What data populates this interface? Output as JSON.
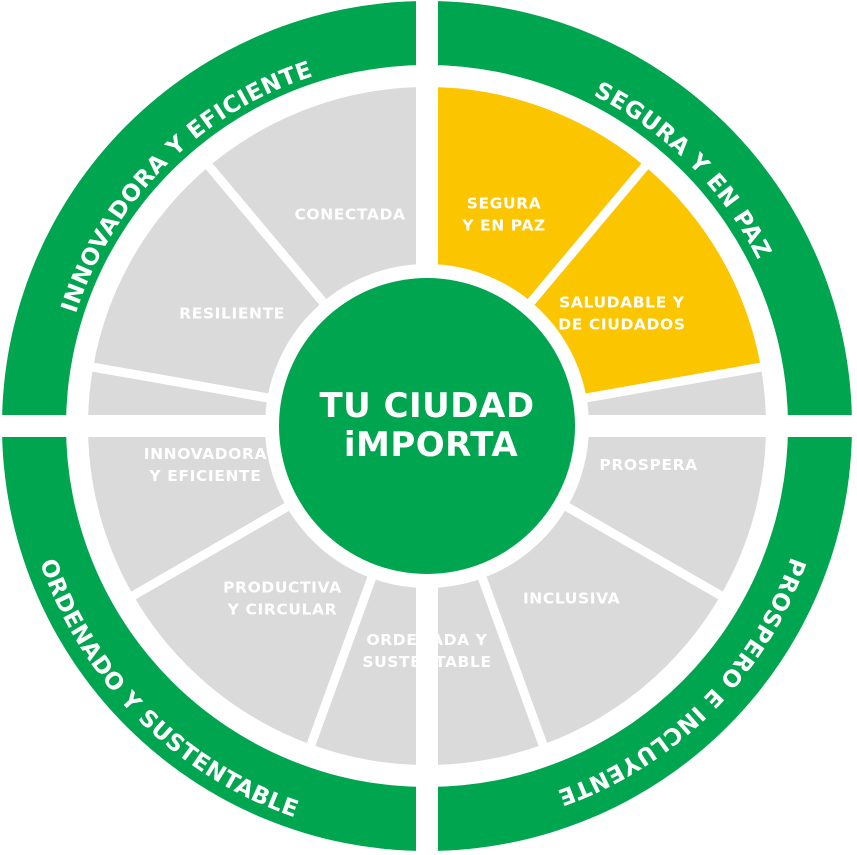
{
  "colors": {
    "ring": "#00A54F",
    "segment_default": "#DADADA",
    "segment_highlight": "#FBC500",
    "label_default": "#FFFFFF",
    "label_highlight": "#FFFFFF",
    "center": "#00A54F",
    "background": "#FFFFFF"
  },
  "center": {
    "line1": "TU CIUDAD",
    "line2": "iMPORTA"
  },
  "ring_sections": [
    {
      "id": "top-right",
      "label": "SEGURA Y EN PAZ"
    },
    {
      "id": "bottom-right",
      "label": "PROSPERO E INCLUYENTE"
    },
    {
      "id": "bottom-left",
      "label": "ORDENADO Y SUSTENTABLE"
    },
    {
      "id": "top-left",
      "label": "INNOVADORA Y EFICIENTE"
    }
  ],
  "segments": [
    {
      "id": "segura",
      "lines": [
        "SEGURA",
        "Y EN PAZ"
      ],
      "highlight": true
    },
    {
      "id": "saludable",
      "lines": [
        "SALUDABLE Y",
        "DE CIUDADOS"
      ],
      "highlight": true
    },
    {
      "id": "prospera",
      "lines": [
        "PROSPERA"
      ],
      "highlight": false
    },
    {
      "id": "inclusiva",
      "lines": [
        "INCLUSIVA"
      ],
      "highlight": false
    },
    {
      "id": "ordenada",
      "lines": [
        "ORDENADA Y",
        "SUSTENTABLE"
      ],
      "highlight": false
    },
    {
      "id": "productiva",
      "lines": [
        "PRODUCTIVA",
        "Y CIRCULAR"
      ],
      "highlight": false
    },
    {
      "id": "innovadora",
      "lines": [
        "INNOVADORA",
        "Y EFICIENTE"
      ],
      "highlight": false
    },
    {
      "id": "resiliente",
      "lines": [
        "RESILIENTE"
      ],
      "highlight": false
    },
    {
      "id": "conectada",
      "lines": [
        "CONECTADA"
      ],
      "highlight": false
    }
  ]
}
